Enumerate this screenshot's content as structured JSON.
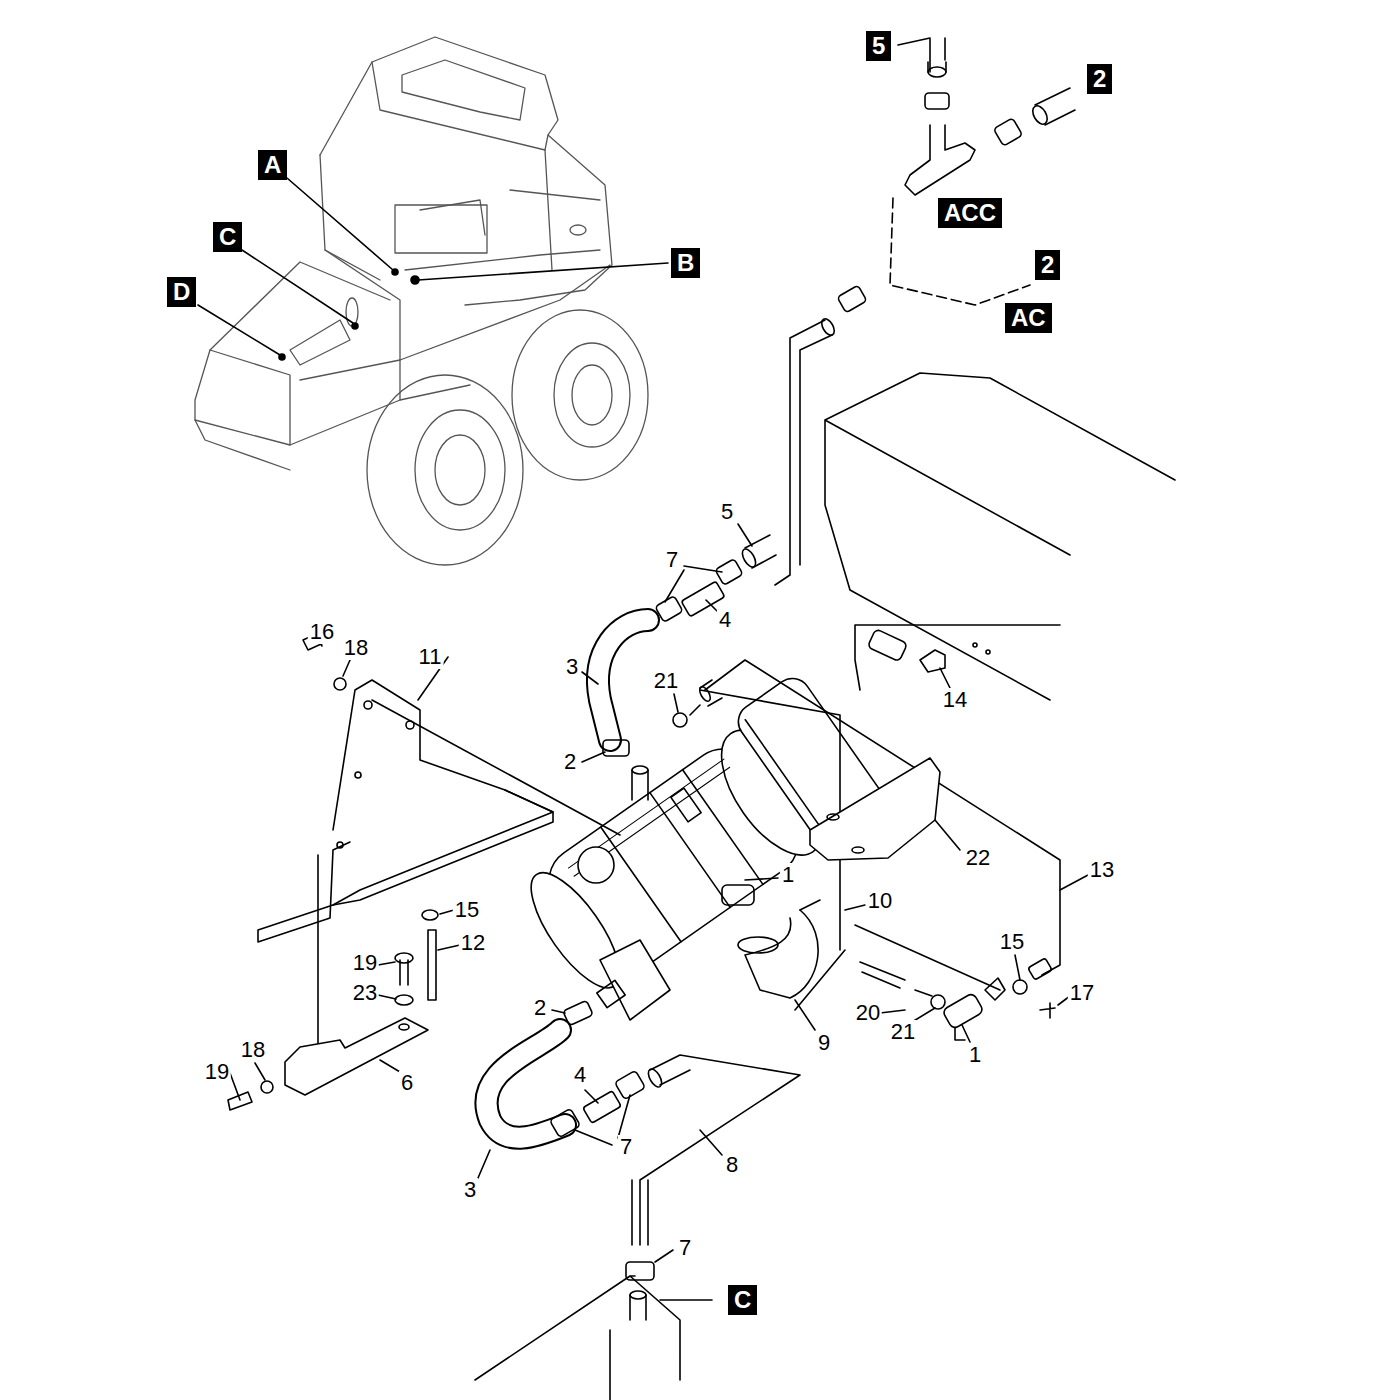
{
  "diagram": {
    "nodes": [
      {
        "text": [
          "5"
        ]
      },
      {
        "text": [
          "2"
        ]
      },
      {
        "text": [
          "A"
        ]
      },
      {
        "text": [
          "ACC"
        ]
      },
      {
        "text": [
          "C"
        ]
      },
      {
        "text": [
          "B"
        ]
      },
      {
        "text": [
          "2"
        ]
      },
      {
        "text": [
          "D"
        ]
      },
      {
        "text": [
          "AC"
        ]
      },
      {
        "text": [
          "C"
        ]
      }
    ],
    "labels": [
      "5",
      "7",
      "4",
      "16",
      "18",
      "11",
      "3",
      "21",
      "14",
      "2",
      "1",
      "22",
      "10",
      "13",
      "15",
      "12",
      "19",
      "23",
      "15",
      "17",
      "2",
      "20",
      "21",
      "1",
      "9",
      "4",
      "18",
      "19",
      "6",
      "7",
      "3",
      "8",
      "7"
    ]
  }
}
